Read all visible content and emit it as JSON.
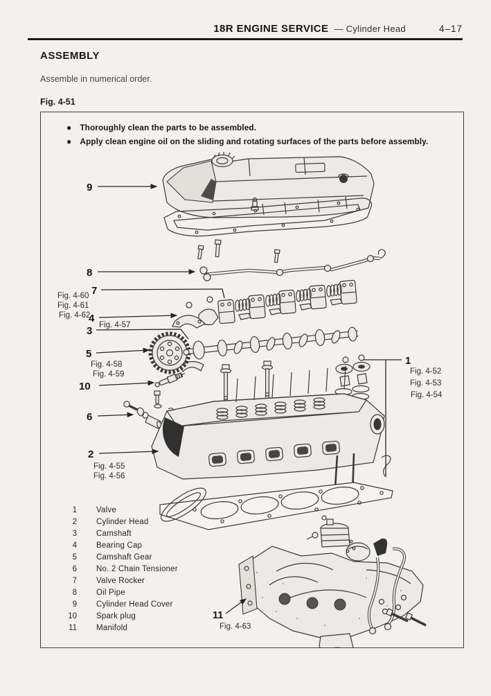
{
  "header": {
    "title": "18R ENGINE SERVICE",
    "subtitle": "— Cylinder Head",
    "page_number": "4–17"
  },
  "section": {
    "title": "ASSEMBLY",
    "intro": "Assemble in numerical order.",
    "figure_label": "Fig. 4-51"
  },
  "icons": {
    "bullet": "●"
  },
  "notes": [
    "Thoroughly clean the parts to be assembled.",
    "Apply clean engine oil on the sliding and rotating surfaces of the parts before assembly."
  ],
  "callouts": {
    "n1": "1",
    "n2": "2",
    "n3": "3",
    "n4": "4",
    "n5": "5",
    "n6": "6",
    "n7": "7",
    "n8": "8",
    "n9": "9",
    "n10": "10",
    "n11": "11"
  },
  "fig_refs": {
    "f452": "Fig. 4-52",
    "f453": "Fig. 4-53",
    "f454": "Fig. 4-54",
    "f455": "Fig. 4-55",
    "f456": "Fig. 4-56",
    "f457": "Fig. 4-57",
    "f458": "Fig. 4-58",
    "f459": "Fig. 4-59",
    "f460": "Fig. 4-60",
    "f461": "Fig. 4-61",
    "f462": "Fig. 4-62",
    "f463": "Fig. 4-63"
  },
  "parts": [
    {
      "num": "1",
      "name": "Valve"
    },
    {
      "num": "2",
      "name": "Cylinder Head"
    },
    {
      "num": "3",
      "name": "Camshaft"
    },
    {
      "num": "4",
      "name": "Bearing Cap"
    },
    {
      "num": "5",
      "name": "Camshaft Gear"
    },
    {
      "num": "6",
      "name": "No. 2 Chain Tensioner"
    },
    {
      "num": "7",
      "name": "Valve Rocker"
    },
    {
      "num": "8",
      "name": "Oil Pipe"
    },
    {
      "num": "9",
      "name": "Cylinder Head Cover"
    },
    {
      "num": "10",
      "name": "Spark plug"
    },
    {
      "num": "11",
      "name": "Manifold"
    }
  ],
  "colors": {
    "paper": "#f2f1ed",
    "ink": "#1f1f1f",
    "line": "#3a3a3a"
  }
}
